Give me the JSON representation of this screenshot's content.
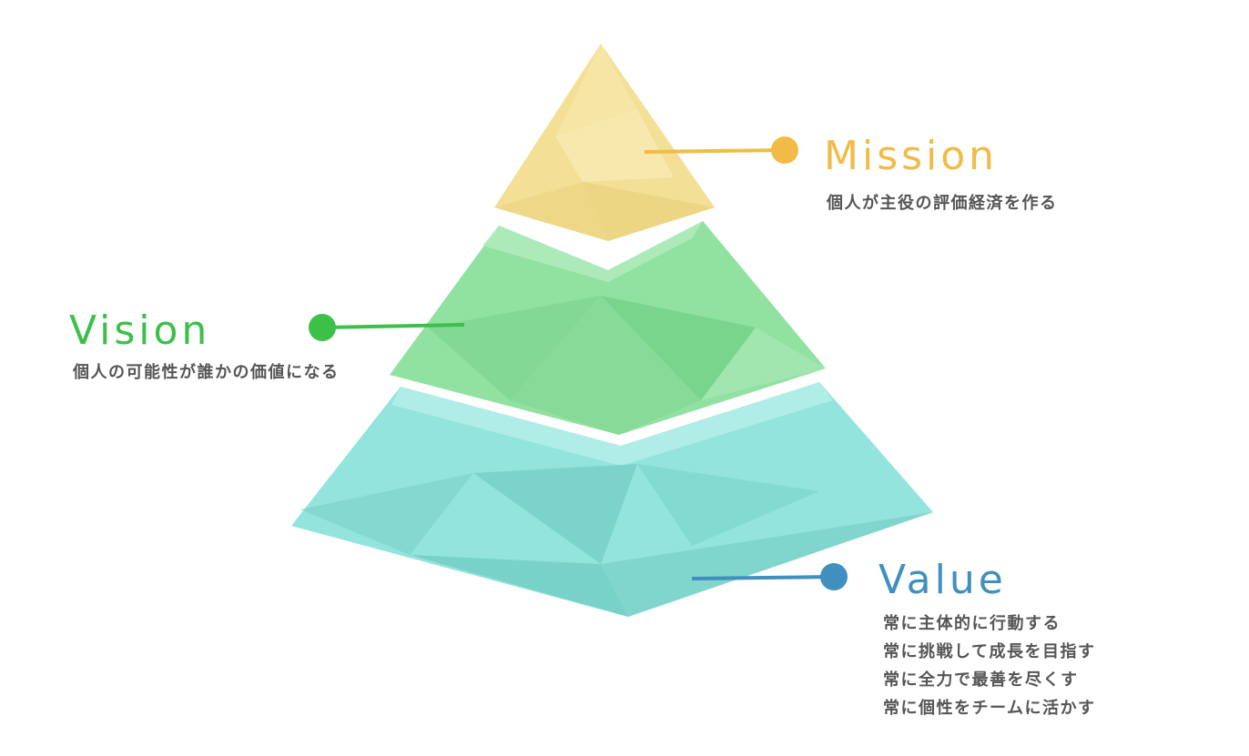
{
  "colors": {
    "mission": "#f2bb45",
    "vision": "#3cc04a",
    "value": "#3f8fbf",
    "text": "#555555"
  },
  "mission": {
    "title": "Mission",
    "description": "個人が主役の評価経済を作る"
  },
  "vision": {
    "title": "Vision",
    "description": "個人の可能性が誰かの価値になる"
  },
  "value": {
    "title": "Value",
    "items": [
      "常に主体的に行動する",
      "常に挑戦して成長を目指す",
      "常に全力で最善を尽くす",
      "常に個性をチームに活かす"
    ]
  }
}
